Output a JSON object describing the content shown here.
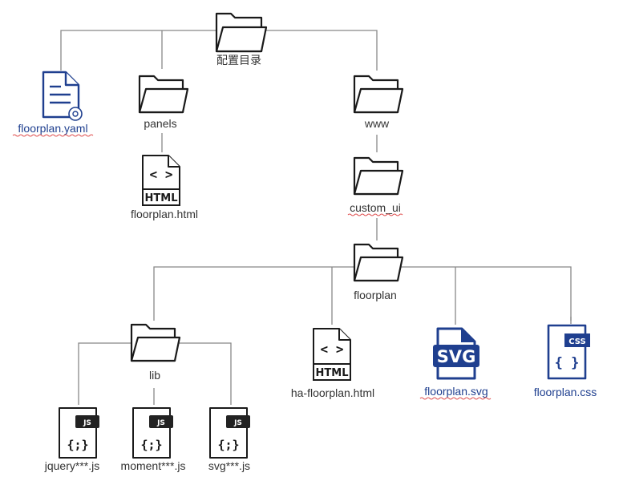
{
  "nodes": {
    "root": {
      "label": "配置目录",
      "icon": "folder-icon"
    },
    "yaml": {
      "label": "floorplan.yaml",
      "icon": "config-file-icon"
    },
    "panels": {
      "label": "panels",
      "icon": "folder-icon"
    },
    "panels_html": {
      "label": "floorplan.html",
      "icon": "html-file-icon",
      "badge": "HTML",
      "glyph": "< >"
    },
    "www": {
      "label": "www",
      "icon": "folder-icon"
    },
    "custom_ui": {
      "label": "custom_ui",
      "icon": "folder-icon"
    },
    "floorplan": {
      "label": "floorplan",
      "icon": "folder-icon"
    },
    "lib": {
      "label": "lib",
      "icon": "folder-icon"
    },
    "ha_html": {
      "label": "ha-floorplan.html",
      "icon": "html-file-icon",
      "badge": "HTML",
      "glyph": "< >"
    },
    "svg": {
      "label": "floorplan.svg",
      "icon": "svg-file-icon",
      "badge": "SVG"
    },
    "css": {
      "label": "floorplan.css",
      "icon": "css-file-icon",
      "badge": "CSS",
      "glyph": "{ }"
    },
    "jquery": {
      "label": "jquery***.js",
      "icon": "js-file-icon",
      "badge": "JS",
      "glyph": "{;}"
    },
    "moment": {
      "label": "moment***.js",
      "icon": "js-file-icon",
      "badge": "JS",
      "glyph": "{;}"
    },
    "svgjs": {
      "label": "svg***.js",
      "icon": "js-file-icon",
      "badge": "JS",
      "glyph": "{;}"
    }
  },
  "colors": {
    "dark": "#1a1a1a",
    "accent_blue": "#1f3f8f",
    "connector": "#888888",
    "spell_underline": "#e05050"
  }
}
